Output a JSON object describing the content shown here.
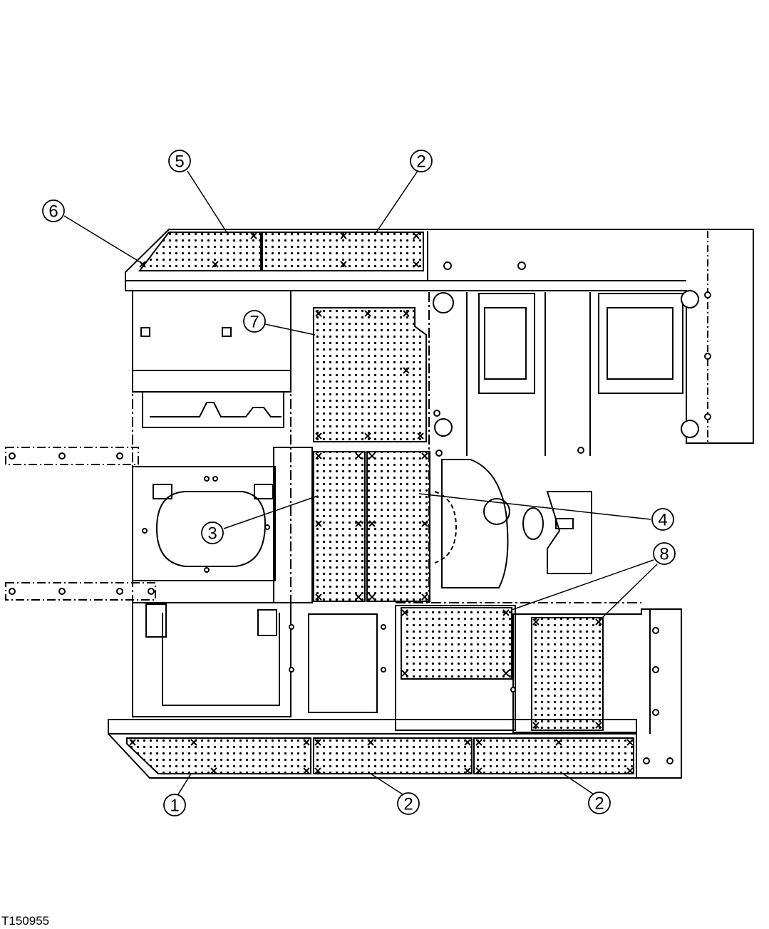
{
  "figure_id": "T150955",
  "colors": {
    "line": "#000000",
    "background": "#ffffff"
  },
  "callouts": [
    {
      "id": "c5",
      "label": "5"
    },
    {
      "id": "c2a",
      "label": "2"
    },
    {
      "id": "c6",
      "label": "6"
    },
    {
      "id": "c7",
      "label": "7"
    },
    {
      "id": "c3",
      "label": "3"
    },
    {
      "id": "c4",
      "label": "4"
    },
    {
      "id": "c8",
      "label": "8"
    },
    {
      "id": "c1",
      "label": "1"
    },
    {
      "id": "c2b",
      "label": "2"
    },
    {
      "id": "c2c",
      "label": "2"
    }
  ]
}
